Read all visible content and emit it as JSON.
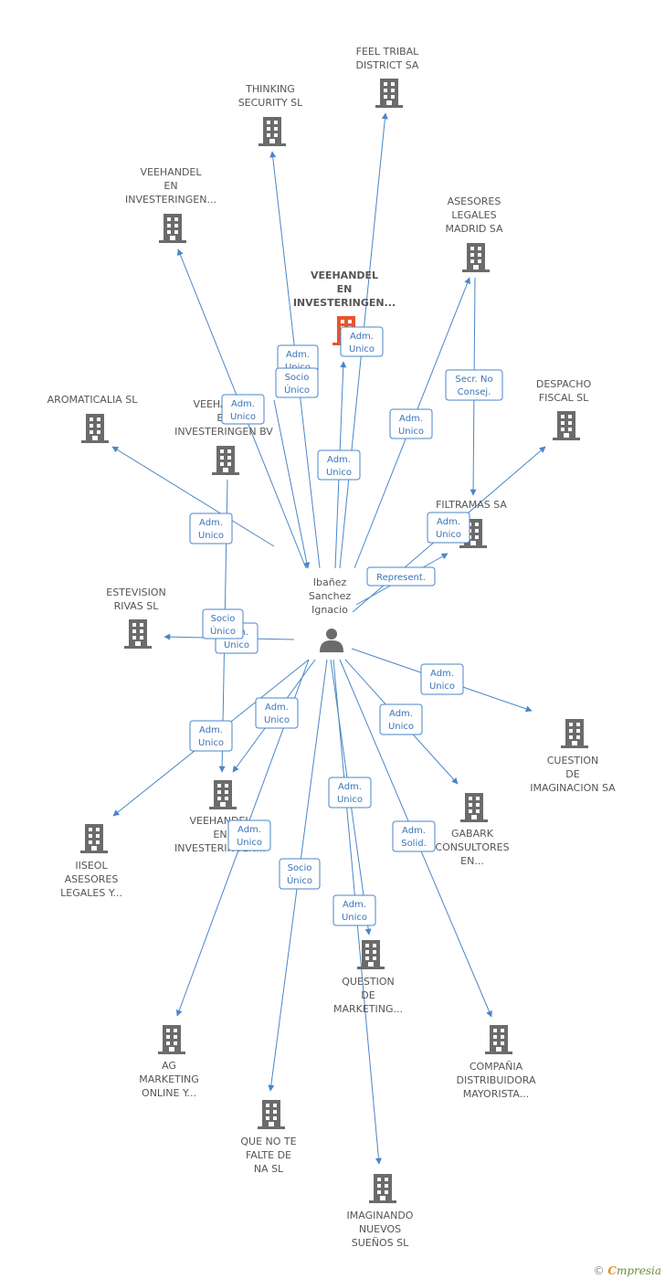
{
  "center": {
    "id": "p",
    "label": [
      "Ibañez",
      "Sanchez",
      "Ignacio"
    ]
  },
  "colors": {
    "edge": "#4a86c8",
    "building": "#6b6b6b",
    "focus": "#e8542a",
    "person": "#6b6b6b"
  },
  "nodes": [
    {
      "id": "n1",
      "label": [
        "FEEL TRIBAL",
        "DISTRICT SA"
      ]
    },
    {
      "id": "n2",
      "label": [
        "THINKING",
        "SECURITY SL"
      ]
    },
    {
      "id": "n3",
      "label": [
        "VEEHANDEL",
        "EN",
        "INVESTERINGEN..."
      ]
    },
    {
      "id": "n4",
      "label": [
        "ASESORES",
        "LEGALES",
        "MADRID SA"
      ]
    },
    {
      "id": "n5",
      "label": [
        "VEEHANDEL",
        "EN",
        "INVESTERINGEN..."
      ],
      "focus": true
    },
    {
      "id": "n6",
      "label": [
        "AROMATICALIA SL"
      ]
    },
    {
      "id": "n7",
      "label": [
        "VEEHANDEL",
        "EN",
        "INVESTERINGEN BV"
      ]
    },
    {
      "id": "n8",
      "label": [
        "DESPACHO",
        "FISCAL SL"
      ]
    },
    {
      "id": "n9",
      "label": [
        "FILTRAMAS SA"
      ]
    },
    {
      "id": "n10",
      "label": [
        "ESTEVISION",
        "RIVAS SL"
      ]
    },
    {
      "id": "n11",
      "label": [
        "CUESTION",
        "DE",
        "IMAGINACION SA"
      ]
    },
    {
      "id": "n12",
      "label": [
        "GABARK",
        "CONSULTORES",
        "EN..."
      ]
    },
    {
      "id": "n13",
      "label": [
        "VEEHANDEL",
        "EN",
        "INVESTERINGEN..."
      ]
    },
    {
      "id": "n14",
      "label": [
        "IISEOL",
        "ASESORES",
        "LEGALES Y..."
      ]
    },
    {
      "id": "n15",
      "label": [
        "QUESTION",
        "DE",
        "MARKETING..."
      ]
    },
    {
      "id": "n16",
      "label": [
        "AG",
        "MARKETING",
        "ONLINE Y..."
      ]
    },
    {
      "id": "n17",
      "label": [
        "COMPAÑIA",
        "DISTRIBUIDORA",
        "MAYORISTA..."
      ]
    },
    {
      "id": "n18",
      "label": [
        "QUE NO TE",
        "FALTE DE",
        "NA SL"
      ]
    },
    {
      "id": "n19",
      "label": [
        "IMAGINANDO",
        "NUEVOS",
        "SUEÑOS  SL"
      ]
    }
  ],
  "relations": [
    {
      "id": "r1",
      "lines": [
        "Adm.",
        "Unico"
      ]
    },
    {
      "id": "r2",
      "lines": [
        "Adm.",
        "Unico"
      ]
    },
    {
      "id": "r3",
      "lines": [
        "Socio",
        "Único"
      ]
    },
    {
      "id": "r4",
      "lines": [
        "Adm.",
        "Unico"
      ]
    },
    {
      "id": "r5",
      "lines": [
        "Secr.  No",
        "Consej."
      ]
    },
    {
      "id": "r6",
      "lines": [
        "Adm.",
        "Unico"
      ]
    },
    {
      "id": "r7",
      "lines": [
        "Adm.",
        "Unico"
      ]
    },
    {
      "id": "r8",
      "lines": [
        "Adm.",
        "Unico"
      ]
    },
    {
      "id": "r9",
      "lines": [
        "Adm.",
        "Unico"
      ]
    },
    {
      "id": "r10",
      "lines": [
        "Represent."
      ]
    },
    {
      "id": "r11",
      "lines": [
        "Adm.",
        "Unico"
      ]
    },
    {
      "id": "r12",
      "lines": [
        "Socio",
        "Único"
      ]
    },
    {
      "id": "r13",
      "lines": [
        "Adm.",
        "Unico"
      ]
    },
    {
      "id": "r14",
      "lines": [
        "Adm.",
        "Unico"
      ]
    },
    {
      "id": "r15",
      "lines": [
        "Adm.",
        "Unico"
      ]
    },
    {
      "id": "r16",
      "lines": [
        "Adm.",
        "Unico"
      ]
    },
    {
      "id": "r17",
      "lines": [
        "Adm.",
        "Unico"
      ]
    },
    {
      "id": "r18",
      "lines": [
        "Adm.",
        "Solid."
      ]
    },
    {
      "id": "r19",
      "lines": [
        "Adm.",
        "Unico"
      ]
    },
    {
      "id": "r20",
      "lines": [
        "Socio",
        "Único"
      ]
    },
    {
      "id": "r21",
      "lines": [
        "Adm.",
        "Unico"
      ]
    }
  ],
  "footer": {
    "copyright": "©",
    "brand_initial": "C",
    "brand_rest": "mpresia"
  }
}
